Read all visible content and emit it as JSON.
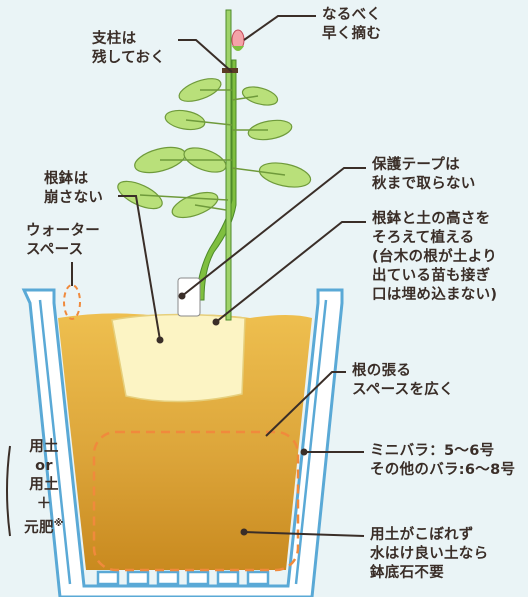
{
  "colors": {
    "background": "#eaf4f6",
    "pot_outline": "#5aa9d6",
    "pot_fill": "#ffffff",
    "soil_light": "#e9b84a",
    "soil_dark": "#c98a1f",
    "root_ball": "#fcf4c4",
    "dashed_zone": "#f08a3c",
    "leaf": "#b9e07a",
    "leaf_outline": "#6f9a3b",
    "stem": "#7fbf3f",
    "label_text": "#3a2e28",
    "leader_line": "#3a2e28"
  },
  "labels": {
    "shichu": "支柱は\n残しておく",
    "tsubomi": "なるべく\n早く摘む",
    "nebachi": "根鉢は\n崩さない",
    "water_space": "ウォーター\nスペース",
    "tape": "保護テープは\n秋まで取らない",
    "height": "根鉢と土の高さを\nそろえて植える\n(台木の根が土より\n出ている苗も接ぎ\n口は埋め込まない)",
    "root_space": "根の張る\nスペースを広く",
    "soil_mix": "用土\nor\n用土\n＋\n元肥",
    "soil_mix_note": "※",
    "pot_size": "ミニバラ：5～6号\nその他のバラ:6～8号",
    "drainage": "用土がこぼれず\n水はけ良い土なら\n鉢底石不要"
  }
}
